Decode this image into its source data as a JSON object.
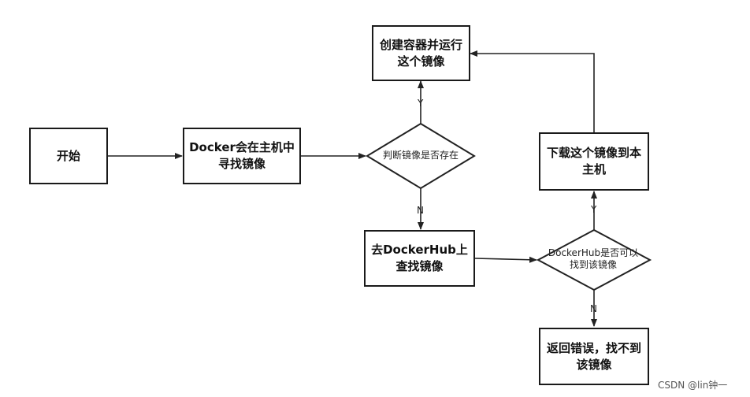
{
  "nodes": {
    "start": "开始",
    "search_local": "Docker会在主机中寻找镜像",
    "check_exists": "判断镜像是否存在",
    "create_run": "创建容器并运行这个镜像",
    "search_hub": "去DockerHub上查找镜像",
    "hub_found": "DockerHub是否可以找到该镜像",
    "download": "下载这个镜像到本主机",
    "error": "返回错误，找不到该镜像"
  },
  "edges": {
    "check_yes": "Y",
    "check_no": "N",
    "hub_yes": "Y",
    "hub_no": "N"
  },
  "watermark": "CSDN @lin钟一"
}
